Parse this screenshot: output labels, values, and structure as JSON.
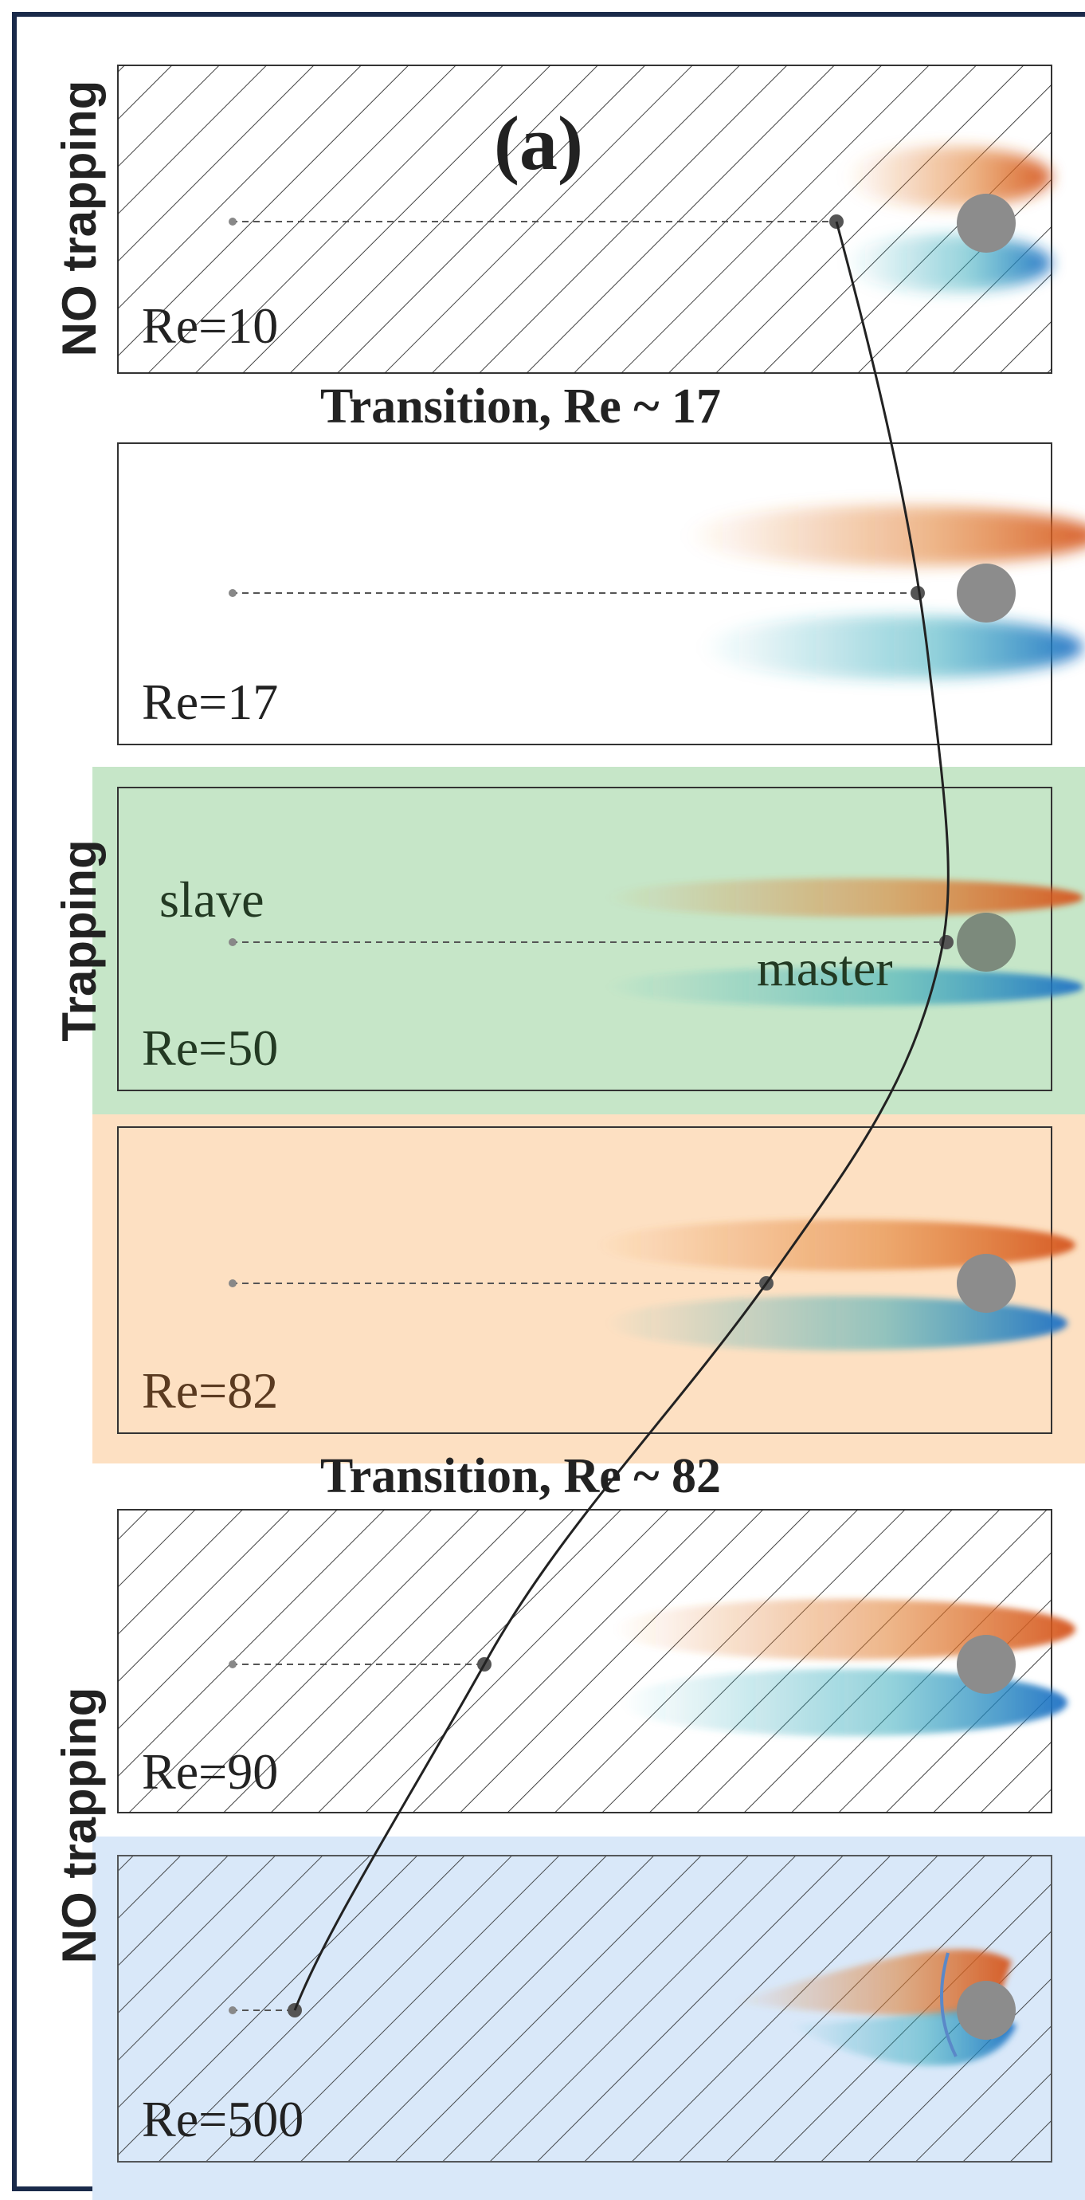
{
  "panel_label": "(a)",
  "regimes": {
    "top": "NO trapping",
    "middle": "Trapping",
    "bottom": "NO trapping"
  },
  "transitions": {
    "first": "Transition, Re ~ 17",
    "second": "Transition, Re ~ 82"
  },
  "annotations": {
    "slave": "slave",
    "master": "master"
  },
  "panels": [
    {
      "label": "Re=10",
      "hatched": true,
      "background": "none"
    },
    {
      "label": "Re=17",
      "hatched": false,
      "background": "none"
    },
    {
      "label": "Re=50",
      "hatched": false,
      "background": "green"
    },
    {
      "label": "Re=82",
      "hatched": false,
      "background": "orange"
    },
    {
      "label": "Re=90",
      "hatched": true,
      "background": "none"
    },
    {
      "label": "Re=500",
      "hatched": true,
      "background": "blue"
    }
  ],
  "colors": {
    "trapping_band": "#c6e6c8",
    "critical_band": "#fde0c2",
    "high_re_band": "#d9e8f9",
    "wake_positive": "#e07a2a",
    "wake_negative": "#2aa6b8",
    "cylinder": "#8c8c8c",
    "frame": "#1a2a4a"
  }
}
